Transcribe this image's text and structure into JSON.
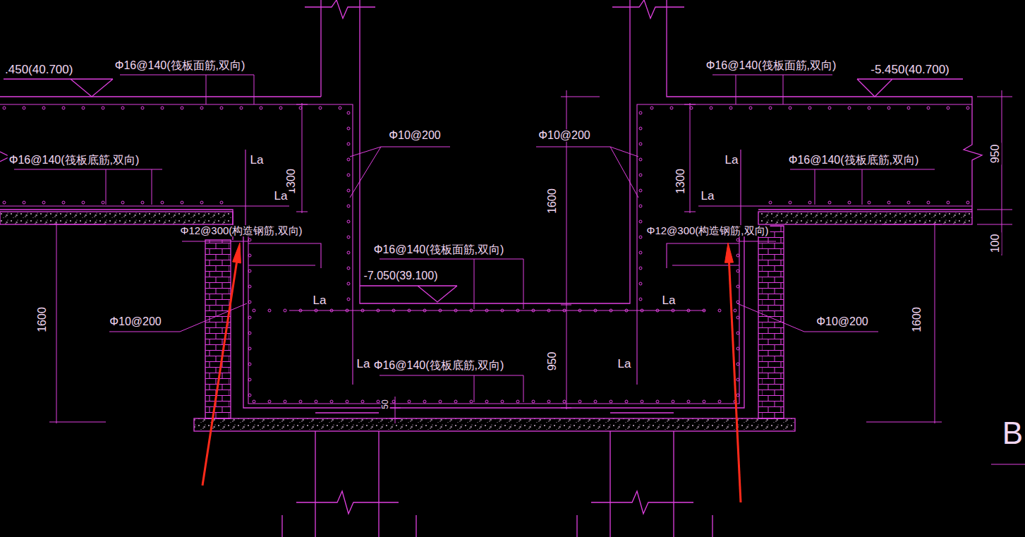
{
  "diagram": {
    "labels": [
      ".450(40.700)",
      "Φ16@140(筏板面筋,双向)",
      "Φ16@140(筏板面筋,双向)",
      "-5.450(40.700)",
      "950",
      "Φ16@140(筏板底筋,双向)",
      "La",
      "1300",
      "Φ10@200",
      "Φ10@200",
      "1600",
      "1300",
      "La",
      "Φ16@140(筏板底筋,双向)",
      "La",
      "La",
      "100",
      "Φ12@300(构造钢筋,双向)",
      "Φ12@300(构造钢筋,双向)",
      "Φ16@140(筏板面筋,双向)",
      "-7.050(39.100)",
      "La",
      "La",
      "1600",
      "Φ10@200",
      "Φ10@200",
      "1600",
      "La",
      "Φ16@140(筏板底筋,双向)",
      "950",
      "La",
      "50",
      "B"
    ]
  }
}
